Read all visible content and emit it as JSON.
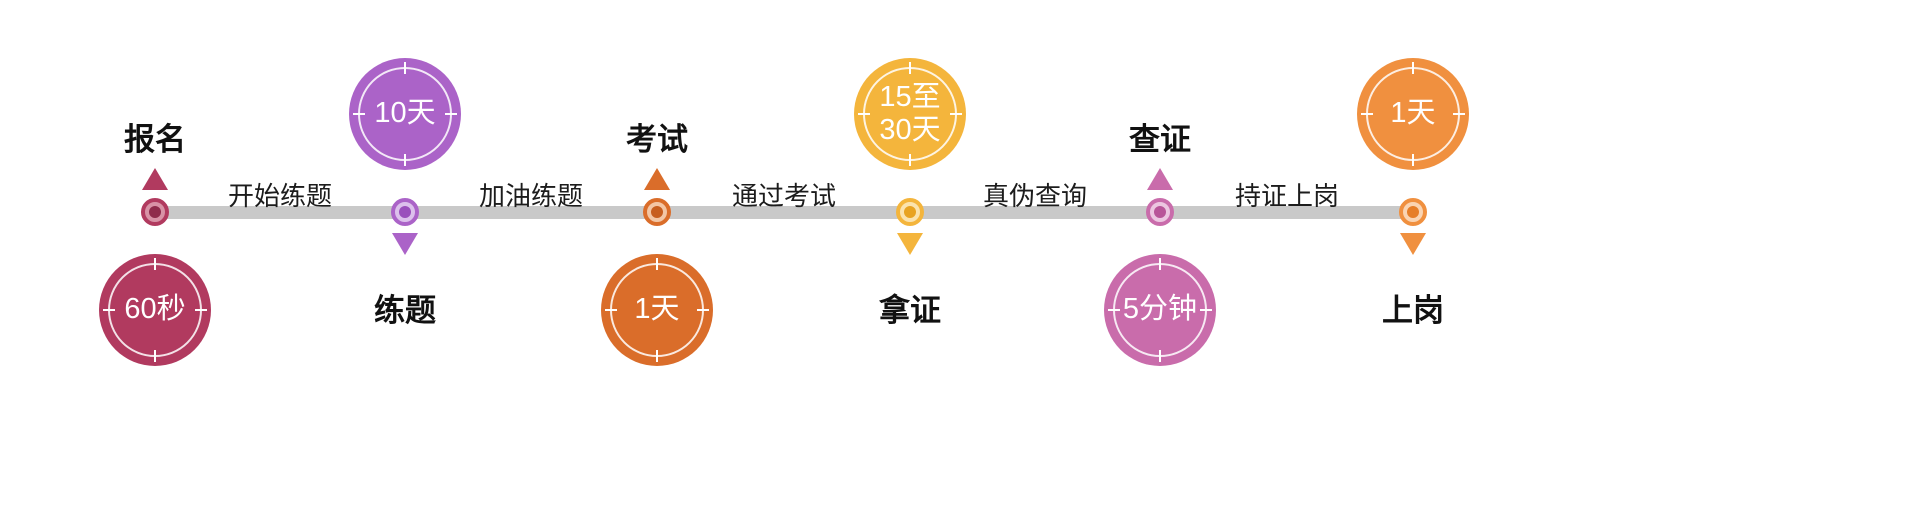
{
  "diagram": {
    "background": "#ffffff",
    "bar_color": "#c9c9c9",
    "steps": [
      {
        "label": "报名",
        "duration": "60秒",
        "layout": "label-top",
        "color": "#b13a5f",
        "color_light": "#d892a6",
        "color_dark": "#8f2b4b"
      },
      {
        "label": "练题",
        "duration": "10天",
        "layout": "label-bottom",
        "color": "#ab63c8",
        "color_light": "#dcc0ec",
        "color_dark": "#9a4fbc"
      },
      {
        "label": "考试",
        "duration": "1天",
        "layout": "label-top",
        "color": "#da6d2a",
        "color_light": "#f3c6a5",
        "color_dark": "#c75e1f"
      },
      {
        "label": "拿证",
        "duration": "15至\n30天",
        "layout": "label-bottom",
        "color": "#f4b53c",
        "color_light": "#fbe3ae",
        "color_dark": "#e8a322"
      },
      {
        "label": "查证",
        "duration": "5分钟",
        "layout": "label-top",
        "color": "#c96cab",
        "color_light": "#ecc6e0",
        "color_dark": "#b85598"
      },
      {
        "label": "上岗",
        "duration": "1天",
        "layout": "label-bottom",
        "color": "#f0903f",
        "color_light": "#fad4b2",
        "color_dark": "#e67e28"
      }
    ],
    "segments": [
      {
        "label": "开始练题"
      },
      {
        "label": "加油练题"
      },
      {
        "label": "通过考试"
      },
      {
        "label": "真伪查询"
      },
      {
        "label": "持证上岗"
      }
    ]
  }
}
